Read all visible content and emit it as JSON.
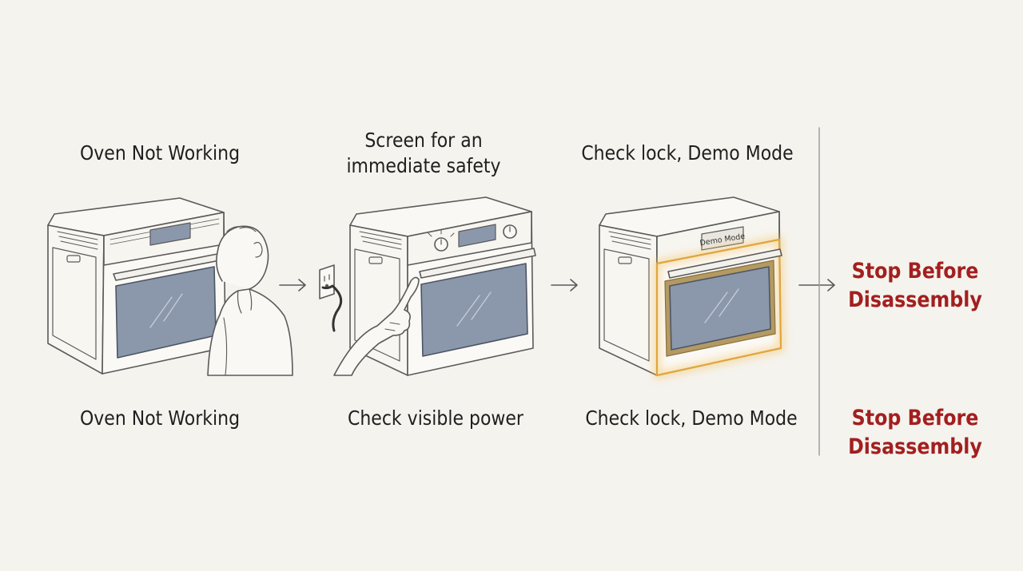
{
  "steps": [
    {
      "top_label": "Oven Not Working",
      "bottom_label": "Oven Not Working"
    },
    {
      "top_label_lines": [
        "Screen for an",
        "immediate safety"
      ],
      "bottom_label": "Check visible power"
    },
    {
      "top_label": "Check lock, Demo Mode",
      "display_text": "Demo Mode",
      "bottom_label": "Check lock, Demo Mode"
    }
  ],
  "final": {
    "top_lines": [
      "Stop Before",
      "Disassembly"
    ],
    "bottom_lines": [
      "Stop Before",
      "Disassembly"
    ]
  },
  "colors": {
    "background": "#f5f3ee",
    "line": "#5a5a5a",
    "window": "#8b98ac",
    "highlight": "#e0a53c",
    "warning": "#a31f1f"
  }
}
